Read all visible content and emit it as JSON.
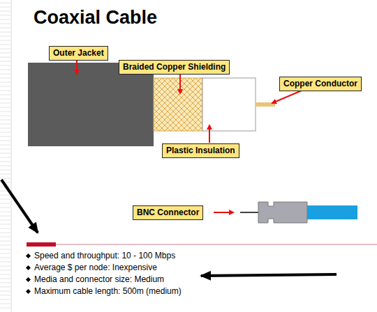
{
  "diagram": {
    "title": "Coaxial Cable",
    "nodes": [
      {
        "text": [
          "Outer Jacket"
        ]
      },
      {
        "text": [
          "Braided Copper Shielding"
        ]
      },
      {
        "text": [
          "Copper Conductor"
        ]
      },
      {
        "text": [
          "Plastic Insulation"
        ]
      },
      {
        "text": [
          "BNC Connector"
        ]
      }
    ],
    "labels": [
      "Speed and throughput: 10 - 100 Mbps",
      "Average $ per node: Inexpensive",
      "Media and connector size: Medium",
      "Maximum cable length: 500m (medium)"
    ]
  }
}
